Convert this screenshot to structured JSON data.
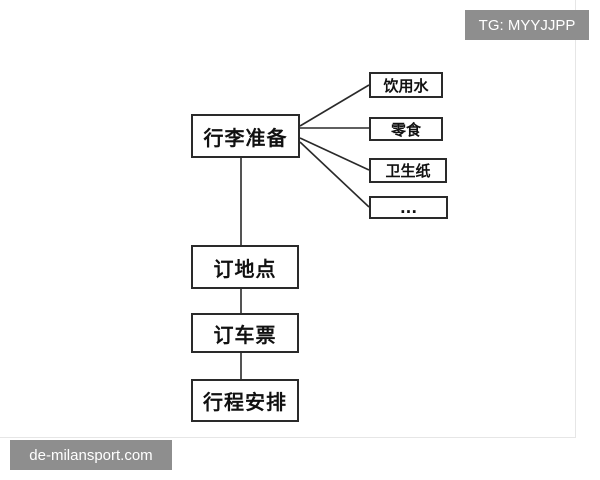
{
  "diagram": {
    "root": "行李准备",
    "packing_items": [
      "饮用水",
      "零食",
      "卫生纸",
      "..."
    ],
    "steps": [
      "订地点",
      "订车票",
      "行程安排"
    ]
  },
  "watermarks": {
    "top_right": "TG: MYYJJPP",
    "bottom_left": "de-milansport.com"
  },
  "colors": {
    "stroke": "#2a2a2a",
    "badge_bg": "#8e8e8e",
    "badge_text": "#ffffff"
  }
}
